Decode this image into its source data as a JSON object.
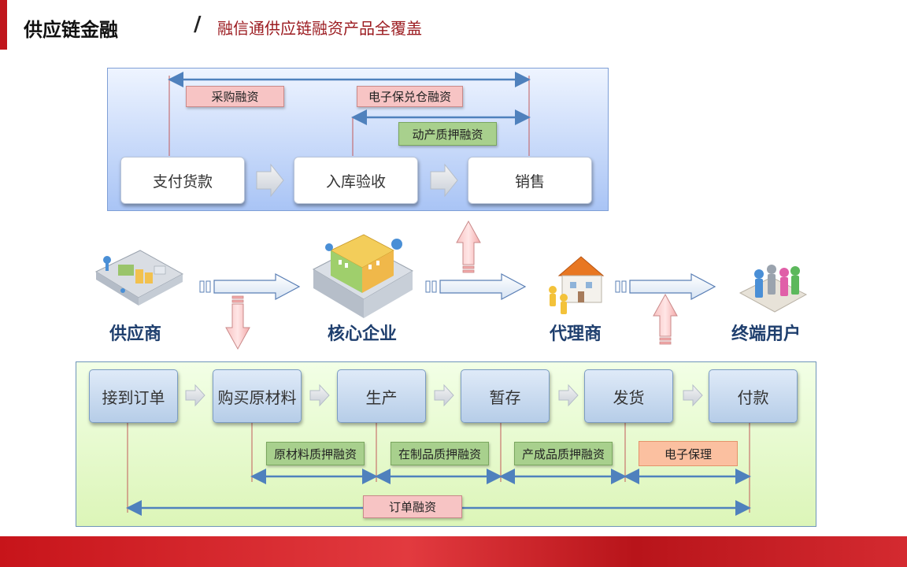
{
  "header": {
    "title": "供应链金融",
    "slash": "/",
    "subtitle": "融信通供应链融资产品全覆盖"
  },
  "colors": {
    "accent": "#c0161c",
    "subtitle_text": "#9b1a1f",
    "entity_label": "#1f3f6e",
    "arrow_blue": "#4f81bd",
    "finance_red": "#f7c4c4",
    "finance_green": "#a8d08d",
    "finance_orange": "#fbc0a0"
  },
  "top_flow": {
    "steps": [
      "支付货款",
      "入库验收",
      "销售"
    ],
    "financing": {
      "purchase": "采购融资",
      "warehouse": "电子保兑仓融资",
      "movable": "动产质押融资"
    }
  },
  "entities": [
    {
      "label": "供应商",
      "icon": "supplier-factory-icon"
    },
    {
      "label": "核心企业",
      "icon": "core-enterprise-building-icon"
    },
    {
      "label": "代理商",
      "icon": "agent-house-icon"
    },
    {
      "label": "终端用户",
      "icon": "end-user-people-icon"
    }
  ],
  "bottom_flow": {
    "steps": [
      "接到订单",
      "购买原材料",
      "生产",
      "暂存",
      "发货",
      "付款"
    ],
    "financing": {
      "raw_material": "原材料质押融资",
      "wip": "在制品质押融资",
      "finished": "产成品质押融资",
      "factoring": "电子保理",
      "order": "订单融资"
    }
  }
}
